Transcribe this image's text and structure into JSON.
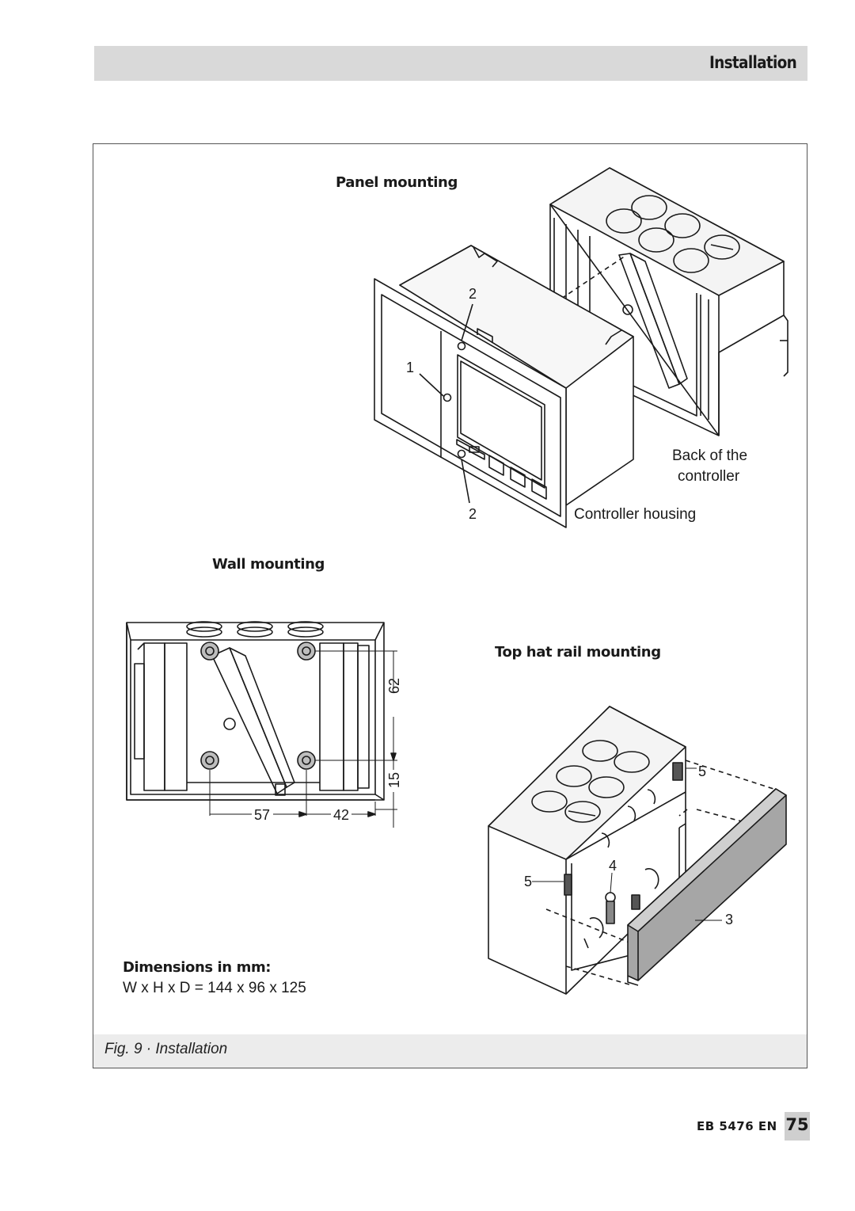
{
  "header": {
    "title": "Installation"
  },
  "figure": {
    "panel_mounting": {
      "title": "Panel mounting",
      "callout_1": "1",
      "callout_2_top": "2",
      "callout_2_bottom": "2",
      "back_label_line1": "Back of the",
      "back_label_line2": "controller",
      "housing_label": "Controller housing"
    },
    "wall_mounting": {
      "title": "Wall mounting",
      "dim_62": "62",
      "dim_15": "15",
      "dim_57": "57",
      "dim_42": "42"
    },
    "top_hat_rail": {
      "title": "Top hat rail mounting",
      "callout_5_right": "5",
      "callout_5_left": "5",
      "callout_4": "4",
      "callout_3": "3"
    },
    "dimensions": {
      "title": "Dimensions in mm:",
      "value": "W x H x D = 144 x 96 x 125"
    },
    "caption": "Fig. 9 · Installation"
  },
  "footer": {
    "doc_code": "EB 5476 EN",
    "page_number": "75"
  }
}
